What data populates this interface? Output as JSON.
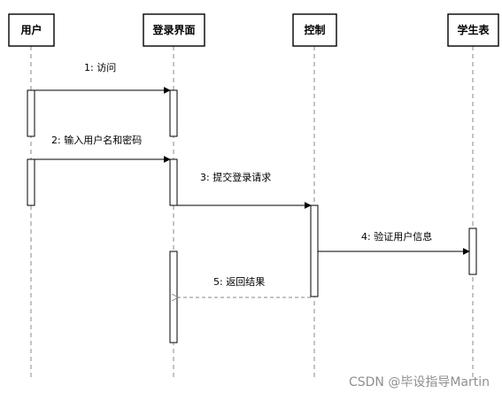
{
  "diagram": {
    "lifelines": [
      {
        "id": "user",
        "label": "用户"
      },
      {
        "id": "login",
        "label": "登录界面"
      },
      {
        "id": "control",
        "label": "控制"
      },
      {
        "id": "student",
        "label": "学生表"
      }
    ],
    "messages": [
      {
        "label": "1:  访问",
        "from": "user",
        "to": "login",
        "kind": "call"
      },
      {
        "label": "2:  输入用户名和密码",
        "from": "user",
        "to": "login",
        "kind": "call"
      },
      {
        "label": "3:  提交登录请求",
        "from": "login",
        "to": "control",
        "kind": "call"
      },
      {
        "label": "4:  验证用户信息",
        "from": "control",
        "to": "student",
        "kind": "call"
      },
      {
        "label": "5:  返回结果",
        "from": "control",
        "to": "login",
        "kind": "return"
      }
    ]
  },
  "watermark": "CSDN @毕设指导Martin"
}
